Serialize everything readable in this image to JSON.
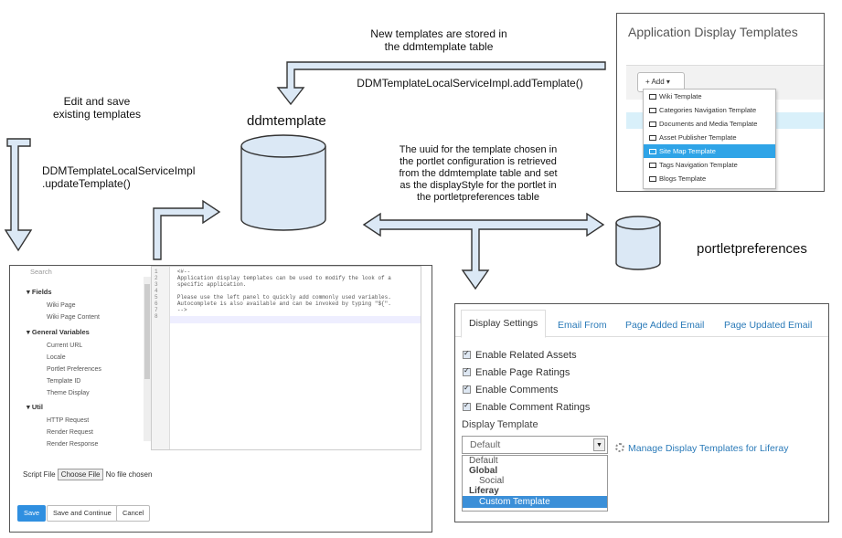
{
  "diagram": {
    "store_caption_1": "New templates are stored in",
    "store_caption_2": "the ddmtemplate table",
    "add_template_call": "DDMTemplateLocalServiceImpl.addTemplate()",
    "edit_caption_1": "Edit and save",
    "edit_caption_2": "existing templates",
    "update_call_1": "DDMTemplateLocalServiceImpl",
    "update_call_2": ".updateTemplate()",
    "ddmtemplate_label": "ddmtemplate",
    "uuid_caption": [
      "The uuid for the template chosen in",
      "the portlet configuration is retrieved",
      "from the ddmtemplate table and set",
      "as the  displayStyle for the portlet in",
      "the portletpreferences table"
    ],
    "portletpreferences_label": "portletpreferences"
  },
  "adt_panel": {
    "title": "Application Display Templates",
    "add_label": "+ Add",
    "menu_items": [
      "Wiki Template",
      "Categories Navigation Template",
      "Documents and Media Template",
      "Asset Publisher Template",
      "Site Map Template",
      "Tags Navigation Template",
      "Blogs Template"
    ],
    "selected_item": "Site Map Template"
  },
  "editor": {
    "search_placeholder": "Search",
    "groups": [
      {
        "title": "Fields",
        "items": [
          "Wiki Page",
          "Wiki Page Content"
        ]
      },
      {
        "title": "General Variables",
        "items": [
          "Current URL",
          "Locale",
          "Portlet Preferences",
          "Template ID",
          "Theme Display"
        ]
      },
      {
        "title": "Util",
        "items": [
          "HTTP Request",
          "Render Request",
          "Render Response"
        ]
      }
    ],
    "code_lines": [
      "<#--",
      "Application display templates can be used to modify the look of a",
      "specific application.",
      "",
      "Please use the left panel to quickly add commonly used variables.",
      "Autocomplete is also available and can be invoked by typing \"${\".",
      "-->",
      ""
    ],
    "script_file_label": "Script File",
    "choose_file": "Choose File",
    "no_file": "No file chosen",
    "save": "Save",
    "save_continue": "Save and Continue",
    "cancel": "Cancel"
  },
  "display_settings": {
    "tabs": [
      "Display Settings",
      "Email From",
      "Page Added Email",
      "Page Updated Email"
    ],
    "active_tab": "Display Settings",
    "checkboxes": [
      "Enable Related Assets",
      "Enable Page Ratings",
      "Enable Comments",
      "Enable Comment Ratings"
    ],
    "display_template_label": "Display Template",
    "select_value": "Default",
    "options": [
      "Default",
      "Global",
      "Social",
      "Liferay",
      "Custom Template"
    ],
    "manage_link": "Manage Display Templates for Liferay"
  },
  "colors": {
    "arrow_fill": "#dbe8f5",
    "accent_blue": "#2fa4e7",
    "link_blue": "#2a7ab8"
  }
}
